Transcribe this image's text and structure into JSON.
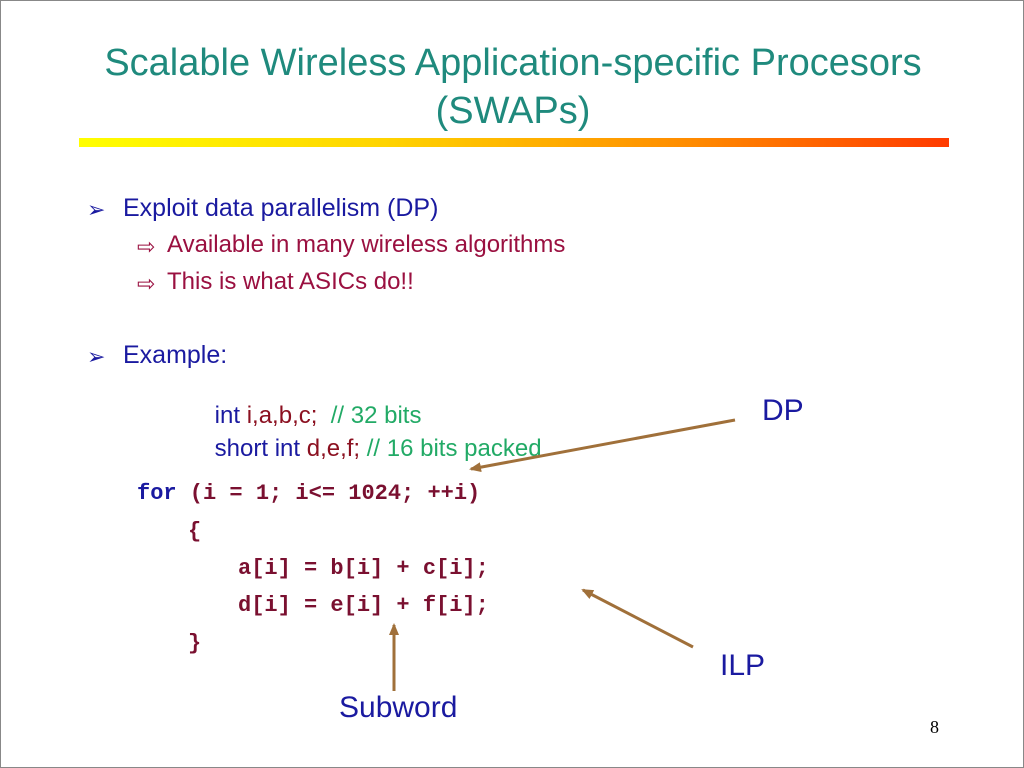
{
  "slide": {
    "title_line1": "Scalable Wireless Application-specific Procesors",
    "title_line2": "(SWAPs)",
    "page_number": "8"
  },
  "bullets": [
    {
      "marker": "➢",
      "text": "Exploit data parallelism (DP)",
      "sub": [
        {
          "marker": "⇨",
          "text": "Available in many wireless algorithms"
        },
        {
          "marker": "⇨",
          "text": "This is what ASICs do!!"
        }
      ]
    },
    {
      "marker": "➢",
      "text": "Example:"
    }
  ],
  "declarations": [
    {
      "type": "int",
      "vars": " i,a,b,c;",
      "comment": "  // 32 bits"
    },
    {
      "type": "short int",
      "vars": " d,e,f;",
      "comment": " // 16 bits packed"
    }
  ],
  "code": {
    "for_kw": "for",
    "for_rest": " (i = 1; i<= 1024; ++i)",
    "open_brace": "{",
    "line1": "a[i] = b[i] + c[i];",
    "line2": "d[i] = e[i] + f[i];",
    "close_brace": "}"
  },
  "callouts": {
    "dp": "DP",
    "ilp": "ILP",
    "subword": "Subword"
  },
  "colors": {
    "title": "#1f8a7d",
    "bullet_text": "#1a1aa0",
    "sub_text": "#9a1040",
    "comment": "#22aa66",
    "arrow": "#a0703a"
  }
}
